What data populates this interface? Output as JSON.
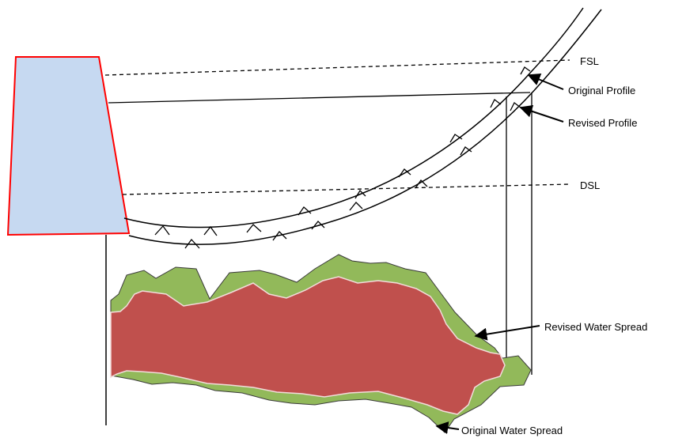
{
  "labels": {
    "fsl": "FSL",
    "dsl": "DSL",
    "original_profile": "Original Profile",
    "revised_profile": "Revised Profile",
    "revised_water_spread": "Revised Water Spread",
    "original_water_spread": "Original Water Spread"
  },
  "colors": {
    "dam_fill": "#c6d9f1",
    "dam_stroke": "#ff0000",
    "original_spread": "#92b95a",
    "revised_spread": "#c0504d",
    "line": "#000000"
  }
}
